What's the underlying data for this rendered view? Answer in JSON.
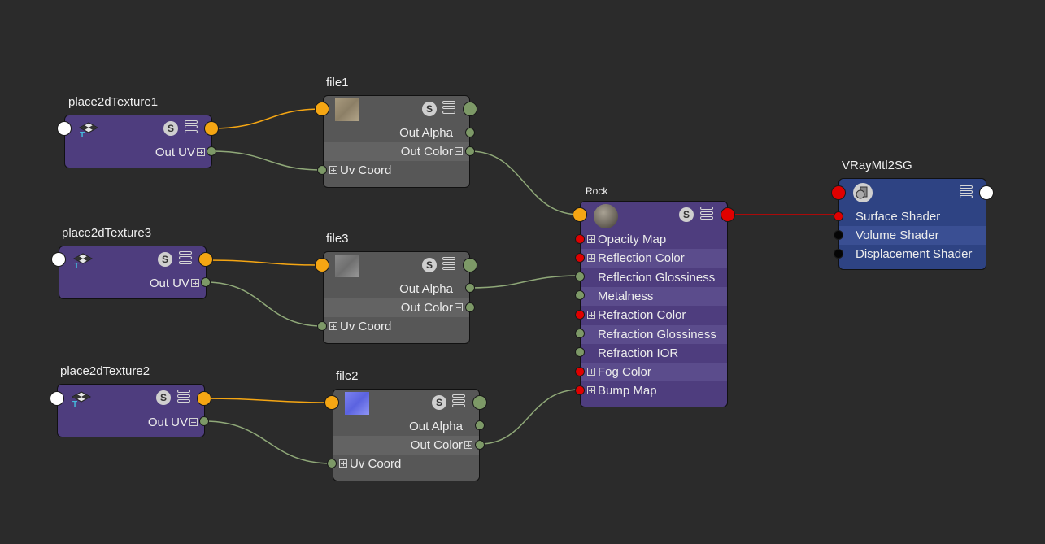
{
  "nodes": {
    "place2dTexture1": {
      "title": "place2dTexture1",
      "out_uv": "Out UV",
      "badge": "S",
      "icon": "place2d-texture-icon"
    },
    "place2dTexture3": {
      "title": "place2dTexture3",
      "out_uv": "Out UV",
      "badge": "S",
      "icon": "place2d-texture-icon"
    },
    "place2dTexture2": {
      "title": "place2dTexture2",
      "out_uv": "Out UV",
      "badge": "S",
      "icon": "place2d-texture-icon"
    },
    "file1": {
      "title": "file1",
      "out_alpha": "Out Alpha",
      "out_color": "Out Color",
      "uv_coord": "Uv Coord",
      "badge": "S",
      "thumbnail": "rock-texture-thumbnail"
    },
    "file3": {
      "title": "file3",
      "out_alpha": "Out Alpha",
      "out_color": "Out Color",
      "uv_coord": "Uv Coord",
      "badge": "S",
      "thumbnail": "gloss-texture-thumbnail"
    },
    "file2": {
      "title": "file2",
      "out_alpha": "Out Alpha",
      "out_color": "Out Color",
      "uv_coord": "Uv Coord",
      "badge": "S",
      "thumbnail": "normal-map-thumbnail"
    },
    "rock": {
      "title": "Rock",
      "badge": "S",
      "attributes": [
        {
          "label": "Opacity Map"
        },
        {
          "label": "Reflection Color"
        },
        {
          "label": "Reflection Glossiness"
        },
        {
          "label": "Metalness"
        },
        {
          "label": "Refraction Color"
        },
        {
          "label": "Refraction Glossiness"
        },
        {
          "label": "Refraction IOR"
        },
        {
          "label": "Fog Color"
        },
        {
          "label": "Bump Map"
        }
      ]
    },
    "sg": {
      "title": "VRayMtl2SG",
      "attributes": [
        {
          "label": "Surface Shader"
        },
        {
          "label": "Volume Shader"
        },
        {
          "label": "Displacement Shader"
        }
      ]
    }
  },
  "colors": {
    "background": "#2b2b2b",
    "texture_node": "#575757",
    "utility_node": "#4e3d7e",
    "shading_group_node": "#2e4383",
    "wire_color": "#f5a613",
    "wire_value": "#8fa878",
    "wire_shader": "#d40000"
  }
}
